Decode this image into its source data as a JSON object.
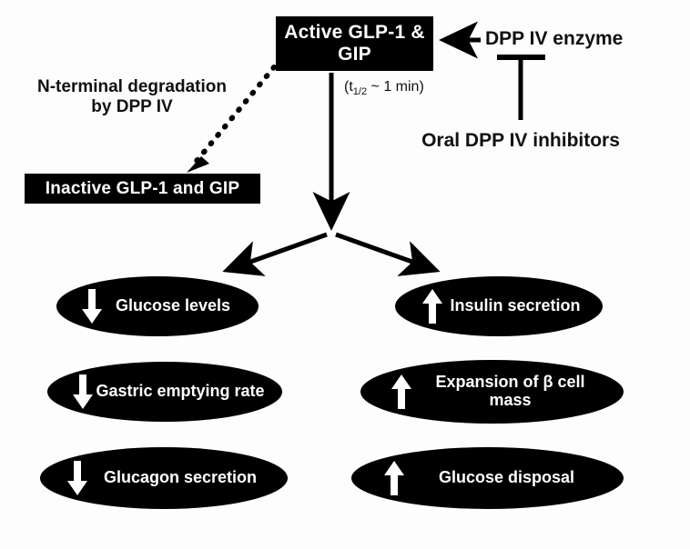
{
  "diagram": {
    "title": "DPP IV incretin pathway",
    "colors": {
      "node_fill": "#000000",
      "node_text": "#ffffff",
      "label_text": "#111111",
      "background": "#fdfdfd"
    },
    "nodes": {
      "active": "Active GLP-1\n& GIP",
      "inactive": "Inactive GLP-1 and GIP"
    },
    "labels": {
      "n_terminal_degradation": "N-terminal degradation\nby DPP IV",
      "dpp_iv_enzyme": "DPP IV enzyme",
      "oral_dpp_iv_inhibitors": "Oral DPP IV inhibitors",
      "half_life_prefix": "(t",
      "half_life_sub": "1/2",
      "half_life_suffix": " ~ 1 min)"
    },
    "effects": [
      {
        "id": "eff-0",
        "direction": "down",
        "arrow_glyph": "down-arrow-icon",
        "text": "Glucose levels"
      },
      {
        "id": "eff-1",
        "direction": "up",
        "arrow_glyph": "up-arrow-icon",
        "text": "Insulin secretion"
      },
      {
        "id": "eff-2",
        "direction": "down",
        "arrow_glyph": "down-arrow-icon",
        "text": "Gastric emptying rate"
      },
      {
        "id": "eff-3",
        "direction": "up",
        "arrow_glyph": "up-arrow-icon",
        "text": "Expansion of β cell\nmass"
      },
      {
        "id": "eff-4",
        "direction": "down",
        "arrow_glyph": "down-arrow-icon",
        "text": "Glucagon secretion"
      },
      {
        "id": "eff-5",
        "direction": "up",
        "arrow_glyph": "up-arrow-icon",
        "text": "Glucose disposal"
      }
    ],
    "connectors": [
      {
        "name": "enzyme-to-active-arrow",
        "type": "solid-arrow",
        "from": "DPP IV enzyme",
        "to": "Active GLP-1 & GIP"
      },
      {
        "name": "inhibitor-to-enzyme-tbar",
        "type": "inhibition-tbar",
        "from": "Oral DPP IV inhibitors",
        "to": "DPP IV enzyme"
      },
      {
        "name": "active-to-inactive-dotted-arrow",
        "type": "dotted-arrow",
        "from": "Active GLP-1 & GIP",
        "to": "Inactive GLP-1 and GIP"
      },
      {
        "name": "active-trunk-arrow",
        "type": "solid-arrow",
        "from": "Active GLP-1 & GIP",
        "to": "effect-branch"
      },
      {
        "name": "branch-left-arrow",
        "type": "solid-arrow",
        "from": "effect-branch",
        "to": "Glucose levels"
      },
      {
        "name": "branch-right-arrow",
        "type": "solid-arrow",
        "from": "effect-branch",
        "to": "Insulin secretion"
      }
    ]
  }
}
